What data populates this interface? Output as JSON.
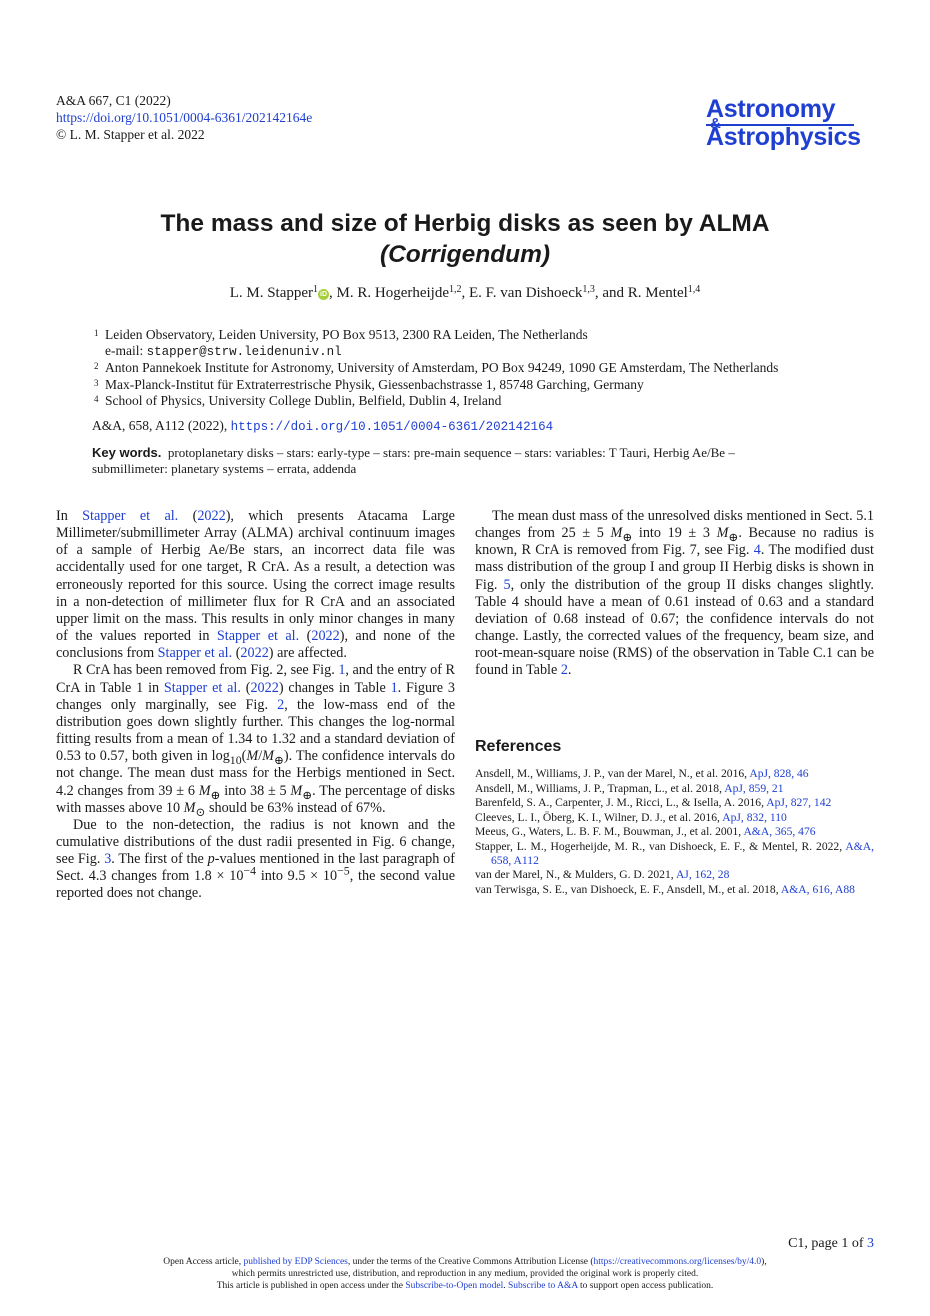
{
  "header": {
    "journal_ref": "A&A 667, C1 (2022)",
    "doi_link": "https://doi.org/10.1051/0004-6361/202142164e",
    "copyright": "© L. M. Stapper et al. 2022"
  },
  "logo": {
    "line1": "Astronomy",
    "amp": "&",
    "line2": "Astrophysics"
  },
  "title": {
    "main": "The mass and size of Herbig disks as seen by ALMA",
    "sub": "(Corrigendum)"
  },
  "authors": [
    {
      "name": "L. M. Stapper",
      "aff": "1"
    },
    {
      "name": "M. R. Hogerheijde",
      "aff": "1,2"
    },
    {
      "name": "E. F. van Dishoeck",
      "aff": "1,3"
    },
    {
      "name": "R. Mentel",
      "aff": "1,4"
    }
  ],
  "authors_sep": ", ",
  "authors_and": ", and ",
  "orcid_glyph": "iD",
  "affiliations": [
    {
      "num": "1",
      "text": "Leiden Observatory, Leiden University, PO Box 9513, 2300 RA Leiden, The Netherlands"
    },
    {
      "num": "",
      "text_prefix": "e-mail: ",
      "email": "stapper@strw.leidenuniv.nl"
    },
    {
      "num": "2",
      "text": "Anton Pannekoek Institute for Astronomy, University of Amsterdam, PO Box 94249, 1090 GE Amsterdam, The Netherlands"
    },
    {
      "num": "3",
      "text": "Max-Planck-Institut für Extraterrestrische Physik, Giessenbachstrasse 1, 85748 Garching, Germany"
    },
    {
      "num": "4",
      "text": "School of Physics, University College Dublin, Belfield, Dublin 4, Ireland"
    }
  ],
  "original_citation": {
    "prefix": "A&A, 658, A112 (2022), ",
    "doi": "https://doi.org/10.1051/0004-6361/202142164"
  },
  "keywords": {
    "label": "Key words.",
    "text": "protoplanetary disks – stars: early-type – stars: pre-main sequence – stars: variables: T Tauri, Herbig Ae/Be – submillimeter: planetary systems – errata, addenda"
  },
  "body": {
    "p1": {
      "t1": "In ",
      "c1": "Stapper et al.",
      "t2": " (",
      "y1": "2022",
      "t3": "), which presents Atacama Large Millimeter/submillimeter Array (ALMA) archival continuum images of a sample of Herbig Ae/Be stars, an incorrect data file was accidentally used for one target, R CrA. As a result, a detection was erroneously reported for this source. Using the correct image results in a non-detection of millimeter flux for R CrA and an associated upper limit on the mass. This results in only minor changes in many of the values reported in ",
      "c2": "Stapper et al.",
      "t4": " (",
      "y2": "2022",
      "t5": "), and none of the conclusions from ",
      "c3": "Stapper et al.",
      "t6": " (",
      "y3": "2022",
      "t7": ") are affected."
    },
    "p2": {
      "t1": "R CrA has been removed from Fig. 2, see Fig. ",
      "f1": "1",
      "t2": ", and the entry of R CrA in Table 1 in ",
      "c1": "Stapper et al.",
      "t3": " (",
      "y1": "2022",
      "t4": ") changes in Table ",
      "tb1": "1",
      "t5": ". Figure 3 changes only marginally, see Fig. ",
      "f2": "2",
      "t6": ", the low-mass end of the distribution goes down slightly further. This changes the log-normal fitting results from a mean of 1.34 to 1.32 and a standard deviation of 0.53 to 0.57, both given in log",
      "log_sub": "10",
      "t7": "(",
      "m_italic": "M",
      "slash": "/",
      "m2_italic": "M",
      "earth_sub": "⊕",
      "t8": "). The confidence intervals do not change. The mean dust mass for the Herbigs mentioned in Sect. 4.2 changes from 39 ± 6 ",
      "t9": " into 38 ± 5 ",
      "t10": ". The percentage of disks with masses above 10 ",
      "sun_sub": "⊙",
      "t11": " should be 63% instead of 67%."
    },
    "p3": {
      "t1": "Due to the non-detection, the radius is not known and the cumulative distributions of the dust radii presented in Fig. 6 change, see Fig. ",
      "f3": "3",
      "t2": ". The first of the ",
      "p_italic": "p",
      "t3": "-values mentioned in the last paragraph of Sect. 4.3 changes from 1.8 × 10",
      "exp1": "−4",
      "t4": " into 9.5 × 10",
      "exp2": "−5",
      "t5": ", the second value reported does not change."
    },
    "p4": {
      "t1": "The mean dust mass of the unresolved disks mentioned in Sect. 5.1 changes from 25 ± 5 ",
      "t2": " into 19 ± 3 ",
      "t3": ". Because no radius is known, R CrA is removed from Fig. 7, see Fig. ",
      "f4": "4",
      "t4": ". The modified dust mass distribution of the group I and group II Herbig disks is shown in Fig. ",
      "f5": "5",
      "t5": ", only the distribution of the group II disks changes slightly. Table 4 should have a mean of 0.61 instead of 0.63 and a standard deviation of 0.68 instead of 0.67; the confidence intervals do not change. Lastly, the corrected values of the frequency, beam size, and root-mean-square noise (RMS) of the observation in Table C.1 can be found in Table ",
      "tb2": "2",
      "t6": "."
    }
  },
  "references_heading": "References",
  "references": [
    {
      "text": "Ansdell, M., Williams, J. P., van der Marel, N., et al. 2016, ",
      "link": "ApJ, 828, 46"
    },
    {
      "text": "Ansdell, M., Williams, J. P., Trapman, L., et al. 2018, ",
      "link": "ApJ, 859, 21"
    },
    {
      "text": "Barenfeld, S. A., Carpenter, J. M., Ricci, L., & Isella, A. 2016, ",
      "link": "ApJ, 827, 142"
    },
    {
      "text": "Cleeves, L. I., Öberg, K. I., Wilner, D. J., et al. 2016, ",
      "link": "ApJ, 832, 110"
    },
    {
      "text": "Meeus, G., Waters, L. B. F. M., Bouwman, J., et al. 2001, ",
      "link": "A&A, 365, 476"
    },
    {
      "text": "Stapper, L. M., Hogerheijde, M. R., van Dishoeck, E. F., & Mentel, R. 2022, ",
      "link": "A&A, 658, A112"
    },
    {
      "text": "van der Marel, N., & Mulders, G. D. 2021, ",
      "link": "AJ, 162, 28"
    },
    {
      "text": "van Terwisga, S. E., van Dishoeck, E. F., Ansdell, M., et al. 2018, ",
      "link": "A&A, 616, A88"
    }
  ],
  "page_number": {
    "prefix": "C1, page 1 of ",
    "total": "3"
  },
  "footer": {
    "l1a": "Open Access article, ",
    "l1_link": "published by EDP Sciences",
    "l1b": ", under the terms of the Creative Commons Attribution License (",
    "l1_url": "https://creativecommons.org/licenses/by/4.0",
    "l1c": "),",
    "l2": "which permits unrestricted use, distribution, and reproduction in any medium, provided the original work is properly cited.",
    "l3a": "This article is published in open access under the ",
    "l3_link1": "Subscribe-to-Open model",
    "l3b": ". ",
    "l3_link2": "Subscribe to A&A",
    "l3c": " to support open access publication."
  },
  "colors": {
    "link": "#1f3fd1",
    "text": "#1a1a1a",
    "orcid": "#a6ce39"
  }
}
